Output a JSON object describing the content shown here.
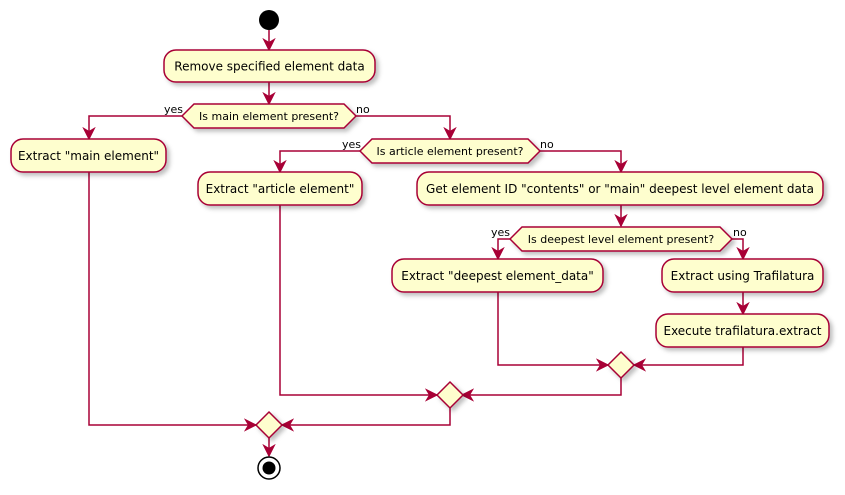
{
  "diagram": {
    "actions": {
      "remove": "Remove specified element data",
      "extract_main": "Extract \"main element\"",
      "extract_article": "Extract \"article element\"",
      "get_id": "Get element ID \"contents\" or \"main\" deepest level element data",
      "extract_deepest": "Extract \"deepest element_data\"",
      "extract_traf": "Extract using Trafilatura",
      "execute_traf": "Execute trafilatura.extract"
    },
    "decisions": {
      "main": "Is main element present?",
      "article": "Is article element present?",
      "deepest": "Is deepest level element present?"
    },
    "branch_labels": {
      "yes": "yes",
      "no": "no"
    },
    "colors": {
      "node_fill": "#fefece",
      "line": "#a80036",
      "start": "#000000"
    }
  }
}
